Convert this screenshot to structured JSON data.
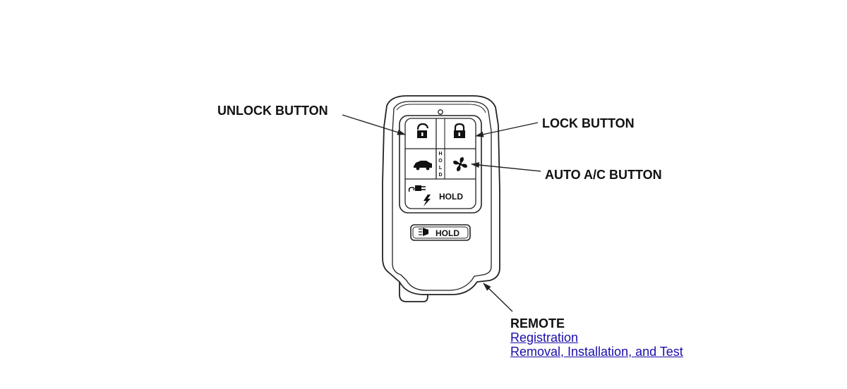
{
  "callouts": {
    "unlock": "UNLOCK BUTTON",
    "lock": "LOCK BUTTON",
    "auto_ac": "AUTO A/C BUTTON",
    "remote": "REMOTE"
  },
  "links": {
    "registration": "Registration",
    "removal": "Removal, Installation, and Test"
  },
  "fob": {
    "hold_label": "HOLD",
    "vertical_hold": [
      "H",
      "O",
      "L",
      "D"
    ],
    "icons": {
      "unlock": "padlock-open-icon",
      "lock": "padlock-closed-icon",
      "trunk": "car-trunk-icon",
      "fan": "fan-icon",
      "charge": "ev-charge-plug-icon",
      "lights": "headlight-icon"
    }
  },
  "colors": {
    "line": "#222222",
    "link": "#1a0dab",
    "text": "#111111"
  }
}
